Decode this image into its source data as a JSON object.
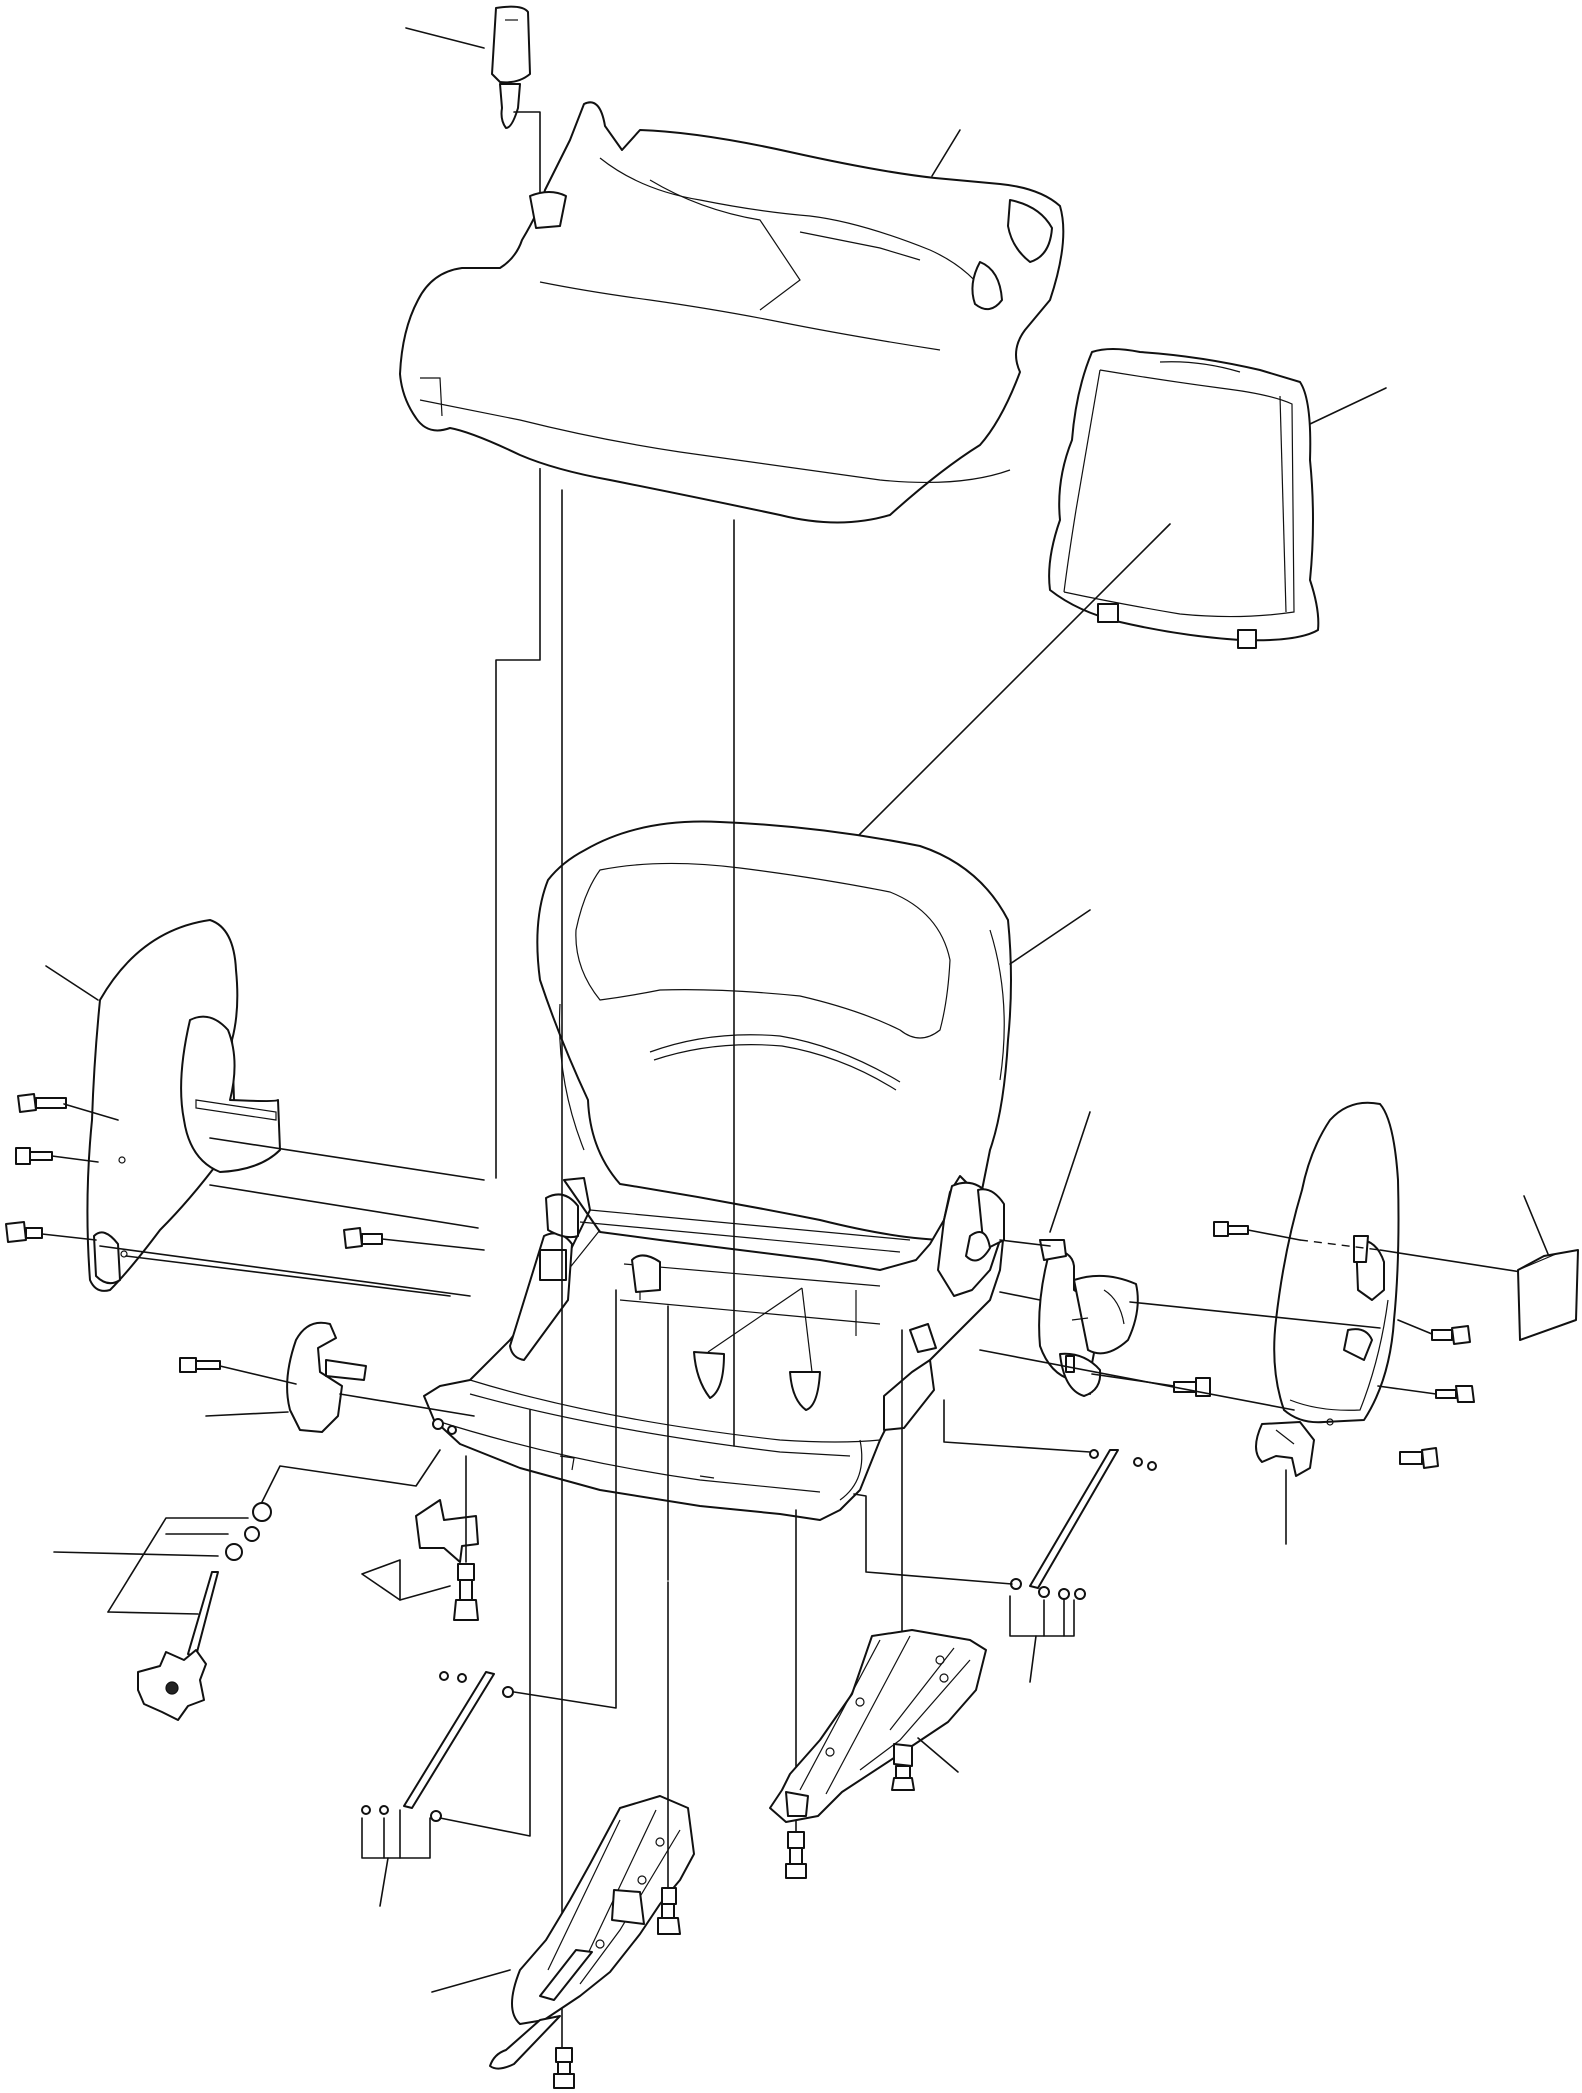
{
  "diagram": {
    "kind": "exploded-parts-view",
    "subject": "seat assembly",
    "stroke_color": "#111111",
    "background": "#ffffff",
    "callouts": [
      {
        "id": "callout-headrest"
      },
      {
        "id": "callout-seat-cushion"
      },
      {
        "id": "callout-backrest-cover"
      },
      {
        "id": "callout-backrest-pad"
      },
      {
        "id": "callout-backrest-frame"
      },
      {
        "id": "callout-left-side-cover"
      },
      {
        "id": "callout-lever-handle"
      },
      {
        "id": "callout-recliner-knob"
      },
      {
        "id": "callout-bracket-bolt"
      },
      {
        "id": "callout-motor-unit"
      },
      {
        "id": "callout-end-cap"
      },
      {
        "id": "callout-right-hinge"
      },
      {
        "id": "callout-right-rod-washers"
      },
      {
        "id": "callout-right-rail"
      },
      {
        "id": "callout-left-rod-washers"
      },
      {
        "id": "callout-left-rail"
      }
    ]
  }
}
